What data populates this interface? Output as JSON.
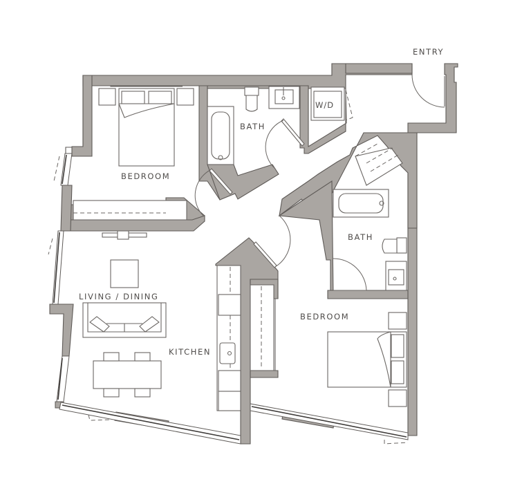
{
  "plan": {
    "type": "apartment floor plan",
    "colors": {
      "wall": "#aaa6a2",
      "wall_outline": "#5e5a57",
      "line": "#6a6663",
      "text": "#4f4c4a",
      "background": "#ffffff"
    },
    "labels": {
      "entry": "ENTRY",
      "bedroom_1": "BEDROOM",
      "bath_1": "BATH",
      "washer_dryer": "W/D",
      "bath_2": "BATH",
      "living_dining": "LIVING / DINING",
      "kitchen": "KITCHEN",
      "bedroom_2": "BEDROOM"
    },
    "rooms": [
      {
        "id": "entry",
        "name": "ENTRY"
      },
      {
        "id": "bedroom_1",
        "name": "BEDROOM",
        "fixtures": [
          "queen bed",
          "2 nightstands",
          "closet"
        ]
      },
      {
        "id": "bath_1",
        "name": "BATH",
        "fixtures": [
          "bathtub",
          "toilet",
          "sink"
        ]
      },
      {
        "id": "laundry",
        "name": "W/D",
        "fixtures": [
          "stacked washer/dryer"
        ]
      },
      {
        "id": "living_dining",
        "name": "LIVING / DINING",
        "fixtures": [
          "media console",
          "armchair/ottoman",
          "sofa",
          "dining table",
          "4 chairs"
        ]
      },
      {
        "id": "kitchen",
        "name": "KITCHEN",
        "fixtures": [
          "counter",
          "range",
          "sink",
          "dishwasher",
          "fridge",
          "island/pantry"
        ]
      },
      {
        "id": "bath_2",
        "name": "BATH",
        "fixtures": [
          "bathtub",
          "toilet",
          "sink"
        ]
      },
      {
        "id": "bedroom_2",
        "name": "BEDROOM",
        "fixtures": [
          "queen bed",
          "2 nightstands"
        ]
      }
    ]
  }
}
